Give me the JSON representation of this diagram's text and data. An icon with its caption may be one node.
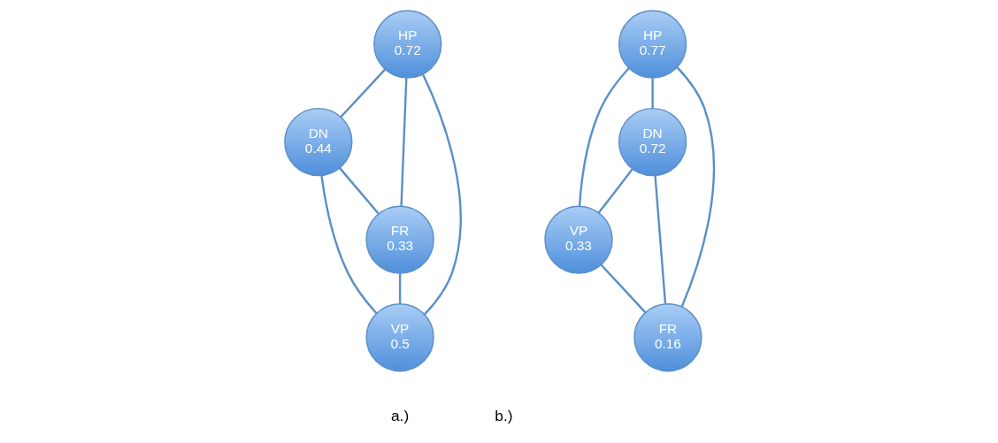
{
  "diagram": {
    "nodes": [
      {
        "text": [
          "HP",
          "0.72"
        ]
      },
      {
        "text": [
          "DN",
          "0.44"
        ]
      },
      {
        "text": [
          "VP",
          "0.5"
        ]
      },
      {
        "text": [
          "FR",
          "0.33"
        ]
      },
      {
        "text": [
          "HP",
          "0.77"
        ]
      },
      {
        "text": [
          "DN",
          "0.72"
        ]
      },
      {
        "text": [
          "VP",
          "0.33"
        ]
      },
      {
        "text": [
          "FR",
          "0.16"
        ]
      }
    ],
    "edges": [
      {
        "from": 3,
        "to": 0,
        "arrow": "none"
      },
      {
        "from": 0,
        "to": 1,
        "arrow": "none"
      },
      {
        "from": 0,
        "to": 2,
        "arrow": "none"
      },
      {
        "from": 1,
        "to": 2,
        "arrow": "none"
      },
      {
        "from": 1,
        "to": 3,
        "arrow": "none"
      },
      {
        "from": 3,
        "to": 2,
        "arrow": "none"
      },
      {
        "from": 4,
        "to": 5,
        "arrow": "none"
      },
      {
        "from": 4,
        "to": 6,
        "arrow": "none"
      },
      {
        "from": 4,
        "to": 7,
        "arrow": "none"
      },
      {
        "from": 5,
        "to": 6,
        "arrow": "none"
      },
      {
        "from": 5,
        "to": 7,
        "arrow": "none"
      },
      {
        "from": 6,
        "to": 7,
        "arrow": "none"
      }
    ],
    "labels": [
      "a.)",
      "b.)"
    ]
  }
}
